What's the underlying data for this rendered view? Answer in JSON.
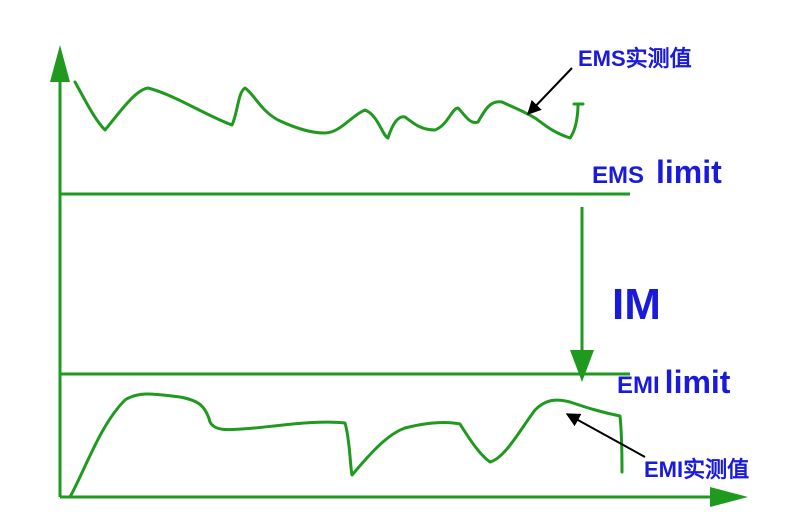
{
  "labels": {
    "ems_measured": "EMS实测值",
    "ems_limit_prefix": "EMS",
    "ems_limit_suffix": "limit",
    "im": "IM",
    "emi_limit_prefix": "EMI",
    "emi_limit_suffix": "limit",
    "emi_measured": "EMI实测值"
  },
  "colors": {
    "line": "#1f9a1f",
    "text": "#1a1adb",
    "pointer": "#000000"
  }
}
